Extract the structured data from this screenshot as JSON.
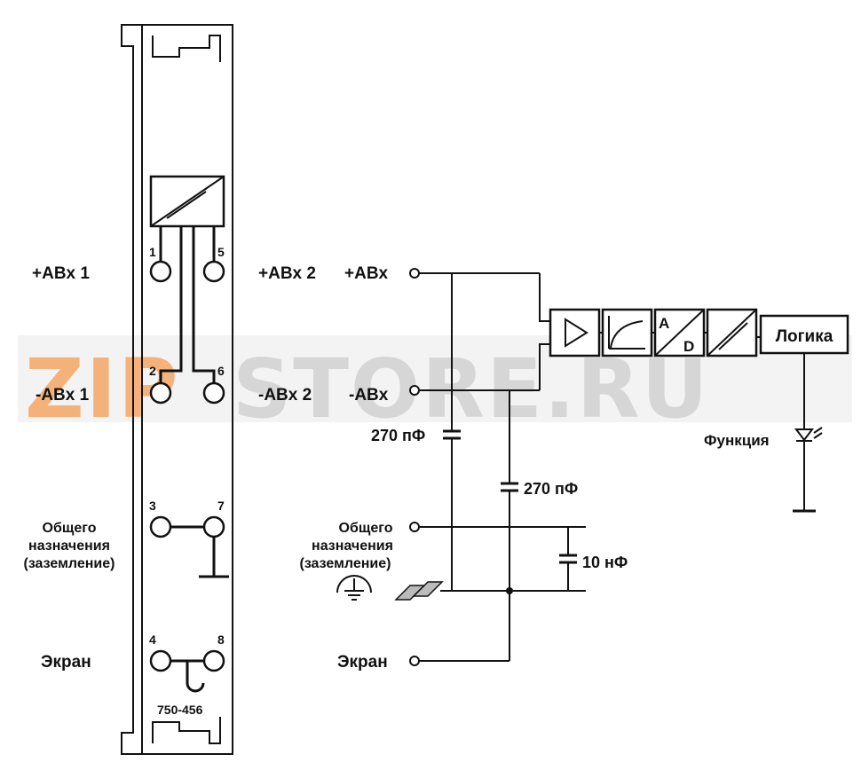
{
  "watermark": {
    "text_a": "ZIP",
    "text_b": "STORE.RU",
    "color_a": "#f4b27a",
    "color_b": "#d6d6d6"
  },
  "left_labels": {
    "plus_abx1": "+ABx 1",
    "minus_abx1": "-ABx 1",
    "general": [
      "Общего",
      "назначения",
      "(заземление)"
    ],
    "screen": "Экран"
  },
  "mid_labels": {
    "plus_abx2": "+ABx 2",
    "minus_abx2": "-ABx 2"
  },
  "terminal_numbers": [
    "1",
    "5",
    "2",
    "6",
    "3",
    "7",
    "4",
    "8"
  ],
  "part_number": "750-456",
  "right_labels": {
    "plus_abx": "+ABx",
    "minus_abx": "-ABx",
    "general": [
      "Общего",
      "назначения",
      "(заземление)"
    ],
    "screen": "Экран",
    "cap1": "270 пФ",
    "cap2": "270 пФ",
    "cap3": "10 нФ",
    "function": "Функция"
  },
  "blocks": {
    "ad_a": "A",
    "ad_d": "D",
    "logic": "Логика"
  }
}
